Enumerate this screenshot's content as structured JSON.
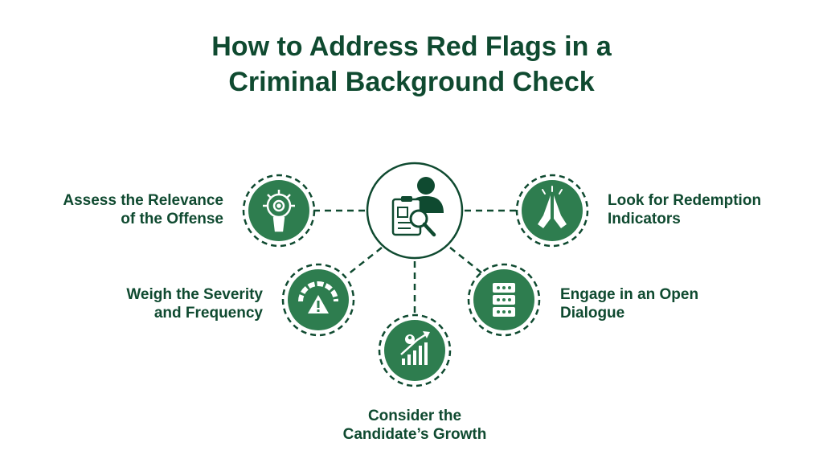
{
  "title": {
    "line1": "How to Address Red Flags in a",
    "line2": "Criminal Background Check"
  },
  "center_icon": "background-check-person-magnifier-icon",
  "nodes": [
    {
      "id": "relevance",
      "icon": "target-gear-icon",
      "line1": "Assess the Relevance",
      "line2": "of the Offense"
    },
    {
      "id": "severity",
      "icon": "warning-gauge-icon",
      "line1": "Weigh the Severity",
      "line2": "and Frequency"
    },
    {
      "id": "growth",
      "icon": "growth-chart-person-icon",
      "line1": "Consider the",
      "line2": "Candidate’s Growth"
    },
    {
      "id": "dialogue",
      "icon": "chat-bubbles-icon",
      "line1": "Engage in an Open",
      "line2": "Dialogue"
    },
    {
      "id": "redemption",
      "icon": "praying-hands-icon",
      "line1": "Look for Redemption",
      "line2": "Indicators"
    }
  ],
  "colors": {
    "primary": "#2e7d4f",
    "dark": "#0f4a30",
    "background": "#ffffff"
  }
}
